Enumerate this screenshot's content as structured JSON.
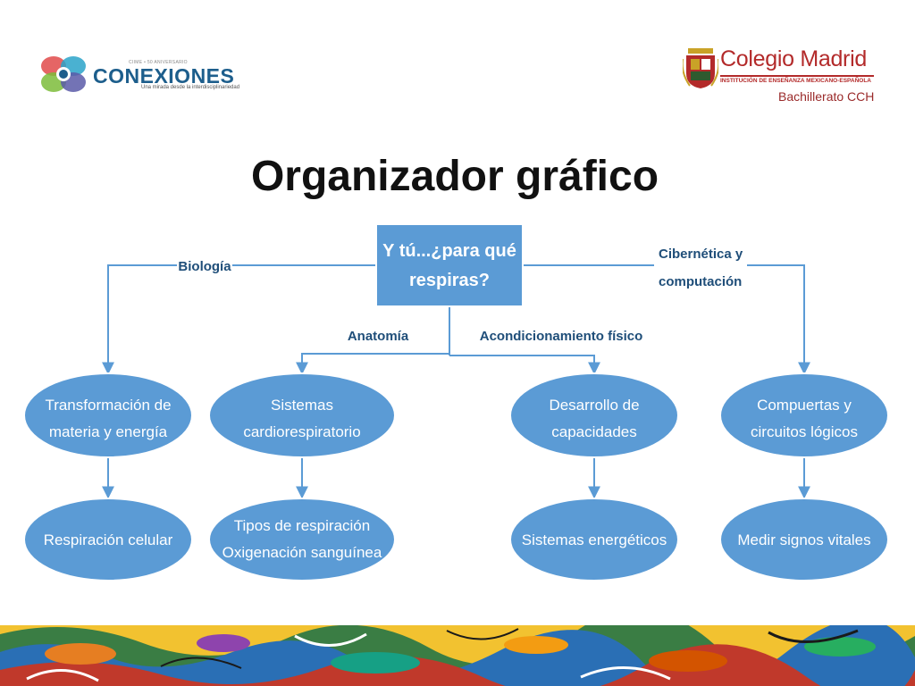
{
  "logo_left": {
    "small_text": "CIIME • 50 ANIVERSARIO",
    "brand": "CONEXIONES",
    "tagline": "Una mirada desde la interdisciplinariedad"
  },
  "logo_right": {
    "name": "Colegio Madrid",
    "institution": "INSTITUCIÓN DE ENSEÑANZA MEXICANO-ESPAÑOLA",
    "subtitle": "Bachillerato CCH"
  },
  "title": "Organizador gráfico",
  "diagram": {
    "root": [
      "Y tú...¿para qué",
      "respiras?"
    ],
    "branch_labels": {
      "biologia": "Biología",
      "anatomia": "Anatomía",
      "acondicionamiento": "Acondicionamiento físico",
      "cibernetica": [
        "Cibernética y",
        "computación"
      ]
    },
    "nodes": {
      "transformacion": [
        "Transformación de",
        "materia y energía"
      ],
      "sistemas_cardio": [
        "Sistemas",
        "cardiorespiratorio"
      ],
      "desarrollo": [
        "Desarrollo de",
        "capacidades"
      ],
      "compuertas": [
        "Compuertas y",
        "circuitos lógicos"
      ],
      "respiracion_celular": [
        "Respiración celular"
      ],
      "tipos_respiracion": [
        "Tipos de respiración",
        "Oxigenación sanguínea"
      ],
      "sistemas_energeticos": [
        "Sistemas energéticos"
      ],
      "signos_vitales": [
        "Medir signos vitales"
      ]
    },
    "colors": {
      "node_fill": "#5b9bd5",
      "node_stroke": "#ffffff",
      "connector": "#5b9bd5",
      "label_text": "#1f4e79",
      "node_text": "#ffffff"
    }
  }
}
